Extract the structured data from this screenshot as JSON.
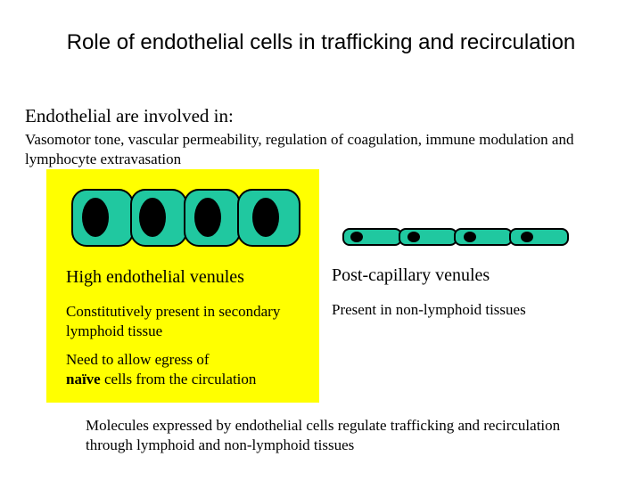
{
  "title": "Role of endothelial cells in trafficking and recirculation",
  "intro": "Endothelial are involved in:",
  "roles": "Vasomotor tone, vascular permeability, regulation of coagulation, immune modulation and lymphocyte extravasation",
  "hev": {
    "heading": "High endothelial venules",
    "description": "Constitutively present in secondary lymphoid tissue",
    "egress_prefix": "Need to allow egress of",
    "egress_bold": "naïve",
    "egress_suffix": " cells from the circulation"
  },
  "pcv": {
    "heading": "Post-capillary venules",
    "description": "Present in non-lymphoid tissues"
  },
  "footer": "Molecules expressed by endothelial cells regulate trafficking and recirculation through lymphoid and non-lymphoid tissues",
  "colors": {
    "panel": "#ffff00",
    "cell_fill": "#20c8a0",
    "nucleus": "#000000"
  }
}
